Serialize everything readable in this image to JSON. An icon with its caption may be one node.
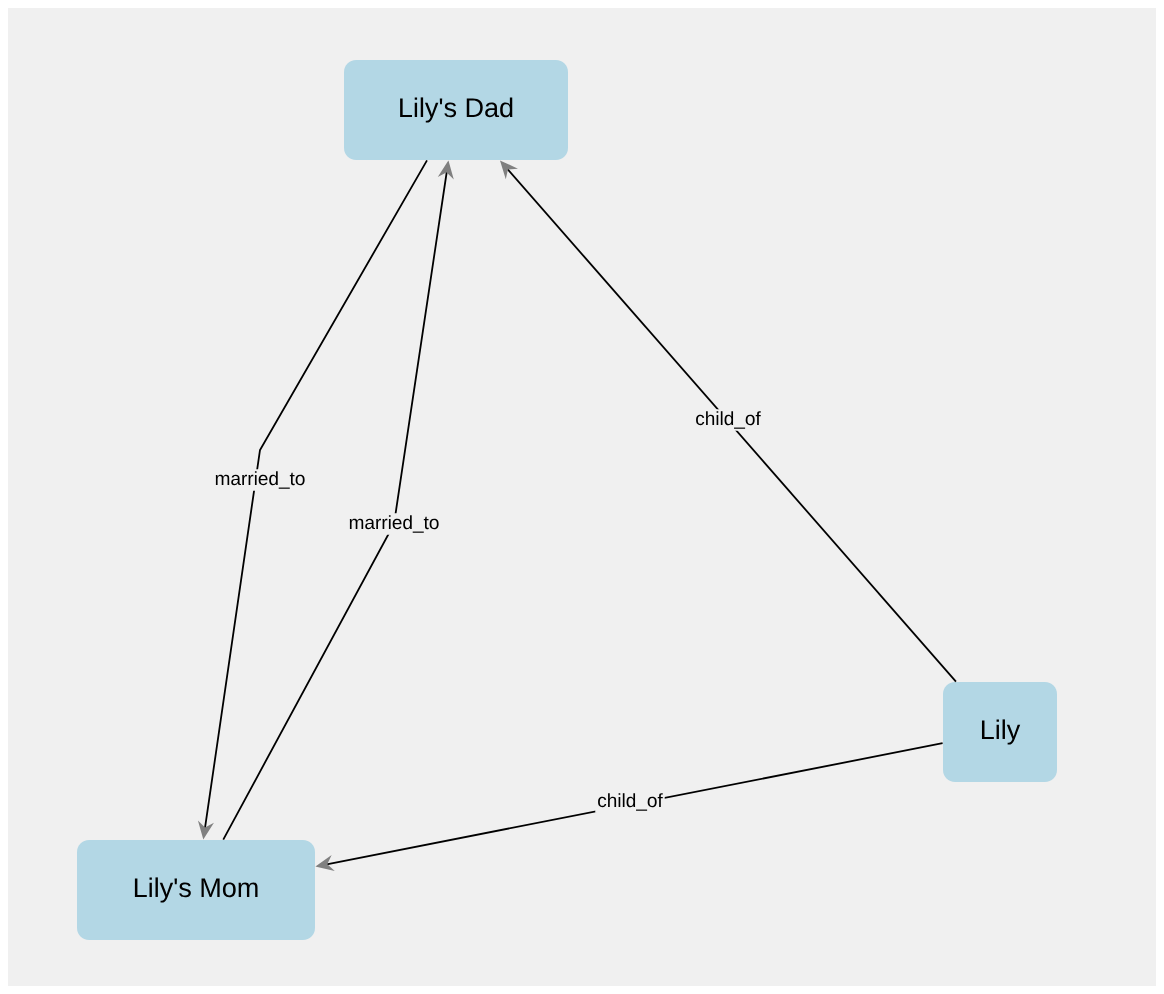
{
  "diagram": {
    "nodes": [
      {
        "text": [
          "Lily's Dad"
        ]
      },
      {
        "text": [
          "Lily's Mom"
        ]
      },
      {
        "text": [
          "Lily"
        ]
      }
    ],
    "edges": [
      {
        "from": 0,
        "to": 1,
        "arrow": "to",
        "label": "married_to"
      },
      {
        "from": 1,
        "to": 0,
        "arrow": "to",
        "label": "married_to"
      },
      {
        "from": 2,
        "to": 0,
        "arrow": "to",
        "label": "child_of"
      },
      {
        "from": 2,
        "to": 1,
        "arrow": "to",
        "label": "child_of"
      }
    ]
  }
}
